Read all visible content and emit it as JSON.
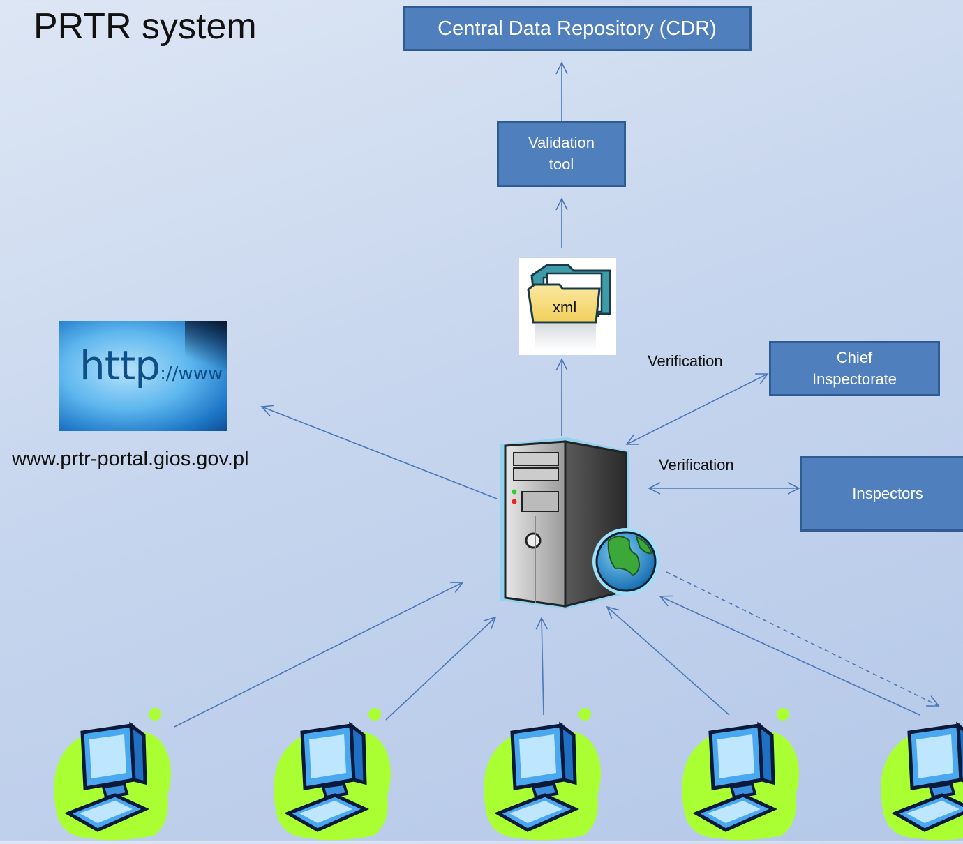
{
  "title": "PRTR system",
  "nodes": {
    "cdr": "Central Data Repository (CDR)",
    "validation_tool": "Validation tool",
    "chief_inspectorate": "Chief Inspectorate",
    "inspectors": "Inspectors",
    "xml_folder": "xml"
  },
  "labels": {
    "verification_chief": "Verification",
    "verification_inspectors": "Verification",
    "portal_url": "www.prtr-portal.gios.gov.pl"
  },
  "http_image": {
    "text": "http://www"
  },
  "icons": {
    "server": "server-globe-icon",
    "folder": "xml-folder-icon",
    "client": "client-computer-icon",
    "http": "http-banner-image"
  },
  "colors": {
    "box_fill": "#4f7fbd",
    "box_border": "#2f5d93",
    "arrow": "#4a78b8",
    "client_blob": "#aaff33"
  }
}
